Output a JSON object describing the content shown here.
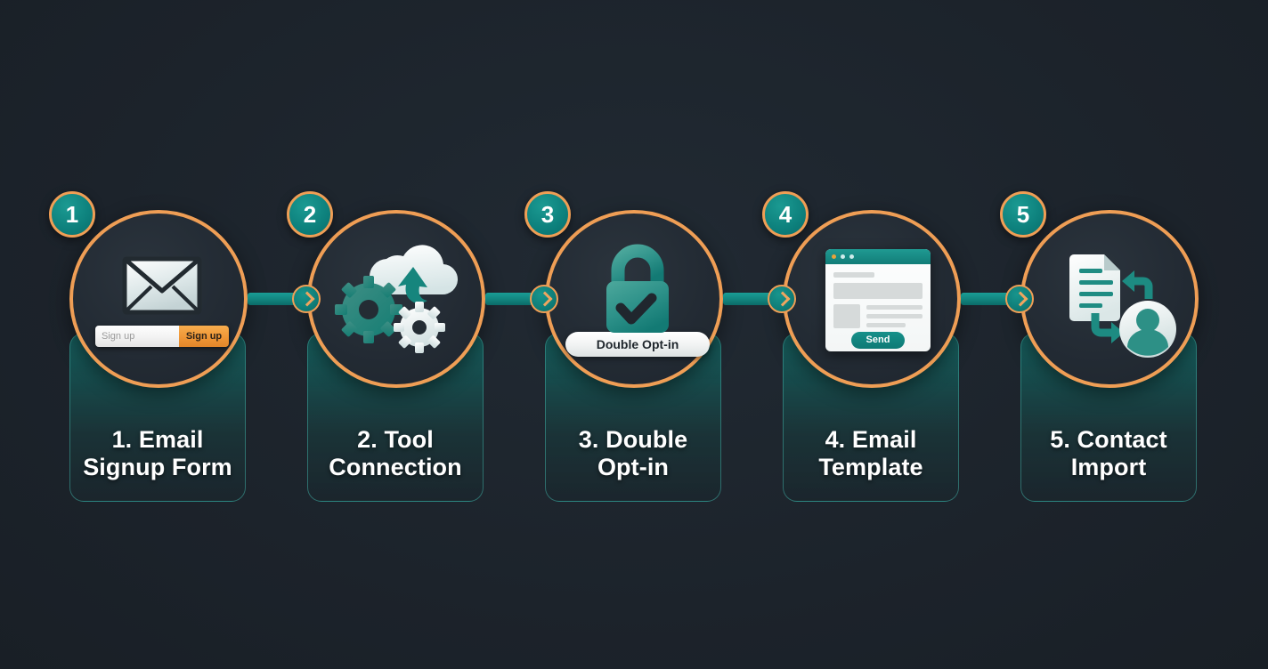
{
  "theme": {
    "background": "#1d242c",
    "accent_orange": "#ef9e55",
    "accent_teal": "#12847e",
    "label_color": "#ffffff"
  },
  "steps": [
    {
      "number": "1",
      "label": "1. Email\nSignup Form",
      "icon": "envelope-icon",
      "form": {
        "placeholder": "Sign up",
        "button_label": "Sign up"
      }
    },
    {
      "number": "2",
      "label": "2. Tool\nConnection",
      "icon": "cloud-gears-icon"
    },
    {
      "number": "3",
      "label": "3. Double\nOpt-in",
      "icon": "lock-check-icon",
      "badge_label": "Double Opt-in"
    },
    {
      "number": "4",
      "label": "4. Email\nTemplate",
      "icon": "email-template-window-icon",
      "send_label": "Send"
    },
    {
      "number": "5",
      "label": "5. Contact\nImport",
      "icon": "document-contact-import-icon"
    }
  ]
}
